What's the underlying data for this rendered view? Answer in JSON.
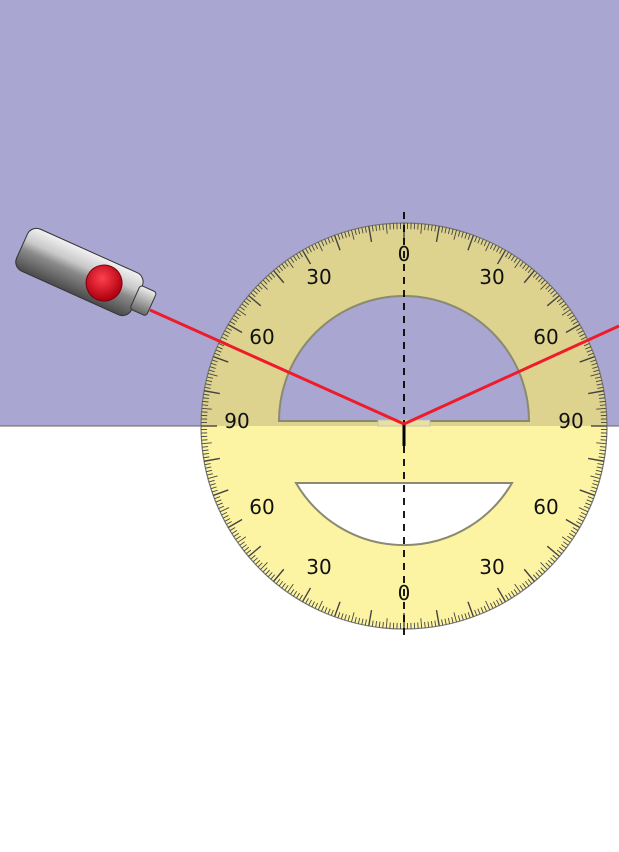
{
  "scene": {
    "colors": {
      "upper_medium": "#a9a6d1",
      "lower_medium": "#ffffff",
      "protractor_upper": "#ddd38e",
      "protractor_lower": "#fdf4a3",
      "laser_beam": "#ee1c2b",
      "laser_button": "#dd0017",
      "normal_line": "#000000"
    },
    "protractor": {
      "tick_labels": {
        "upper_left_30": "30",
        "upper_left_60": "60",
        "upper_left_90": "90",
        "upper_zero": "0",
        "upper_right_30": "30",
        "upper_right_60": "60",
        "upper_right_90": "90",
        "lower_left_60": "60",
        "lower_left_30": "30",
        "lower_zero": "0",
        "lower_right_60": "60",
        "lower_right_30": "30"
      }
    },
    "laser": {
      "icon": "laser-pointer-icon",
      "beam_state": "on"
    },
    "rays": {
      "incident": "incident-ray",
      "reflected": "reflected-ray"
    }
  }
}
